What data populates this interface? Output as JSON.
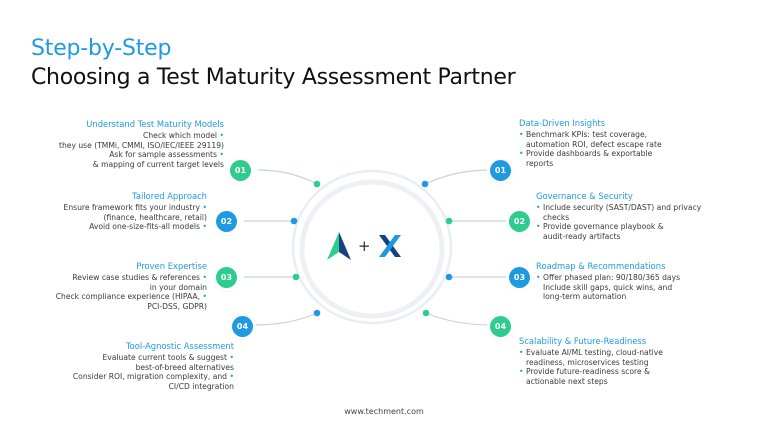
{
  "title": {
    "line1": "Step-by-Step",
    "line2": "Choosing a Test Maturity Assessment Partner"
  },
  "colors": {
    "blue": "#1f9ae0",
    "green": "#2ecc8e",
    "navy": "#16437e"
  },
  "left": [
    {
      "num": "01",
      "heading": "Understand Test Maturity Models",
      "color": "#1f9ae0",
      "badge_color": "#2ecc8e",
      "bullets": [
        "Check which model",
        "they use (TMMi, CMMI, ISO/IEC/IEEE 29119)",
        "Ask for sample assessments",
        "& mapping of current target levels"
      ]
    },
    {
      "num": "02",
      "heading": "Tailored Approach",
      "color": "#1f9ae0",
      "badge_color": "#1f9ae0",
      "bullets": [
        "Ensure framework fits your industry",
        "(finance, healthcare, retail)",
        "Avoid one-size-fits-all models"
      ]
    },
    {
      "num": "03",
      "heading": "Proven Expertise",
      "color": "#1f9ae0",
      "badge_color": "#2ecc8e",
      "bullets": [
        "Review case studies & references",
        "in your domain",
        "Check compliance experience (HIPAA,",
        "PCI-DSS, GDPR)"
      ]
    },
    {
      "num": "04",
      "heading": "Tool-Agnostic Assessment",
      "color": "#1f9ae0",
      "badge_color": "#1f9ae0",
      "bullets": [
        "Evaluate current tools & suggest",
        "best-of-breed alternatives",
        "Consider ROI, migration complexity, and",
        "CI/CD integration"
      ]
    }
  ],
  "right": [
    {
      "num": "01",
      "heading": "Data-Driven Insights",
      "color": "#1f9ae0",
      "badge_color": "#1f9ae0",
      "bullets": [
        "Benchmark KPIs: test coverage,",
        "automation ROI, defect escape rate",
        "Provide dashboards & exportable",
        "reports"
      ]
    },
    {
      "num": "02",
      "heading": "Governance & Security",
      "color": "#1f9ae0",
      "badge_color": "#2ecc8e",
      "bullets": [
        "Include security (SAST/DAST) and privacy",
        "checks",
        "Provide governance playbook &",
        "audit-ready artifacts"
      ]
    },
    {
      "num": "03",
      "heading": "Roadmap & Recommendations",
      "color": "#1f9ae0",
      "badge_color": "#1f9ae0",
      "bullets": [
        "Offer phased plan: 90/180/365 days",
        "Include skill gaps, quick wins, and",
        "long-term automation"
      ]
    },
    {
      "num": "04",
      "heading": "Scalability & Future-Readiness",
      "color": "#1f9ae0",
      "badge_color": "#2ecc8e",
      "bullets": [
        "Evaluate AI/ML testing, cloud-native",
        "readiness, microservices testing",
        "Provide future-readiness score &",
        "actionable next steps"
      ]
    }
  ],
  "footer": "www.techment.com",
  "center": {
    "logo_left": "a-logo-icon",
    "plus": "+",
    "logo_right": "x-logo-icon"
  }
}
